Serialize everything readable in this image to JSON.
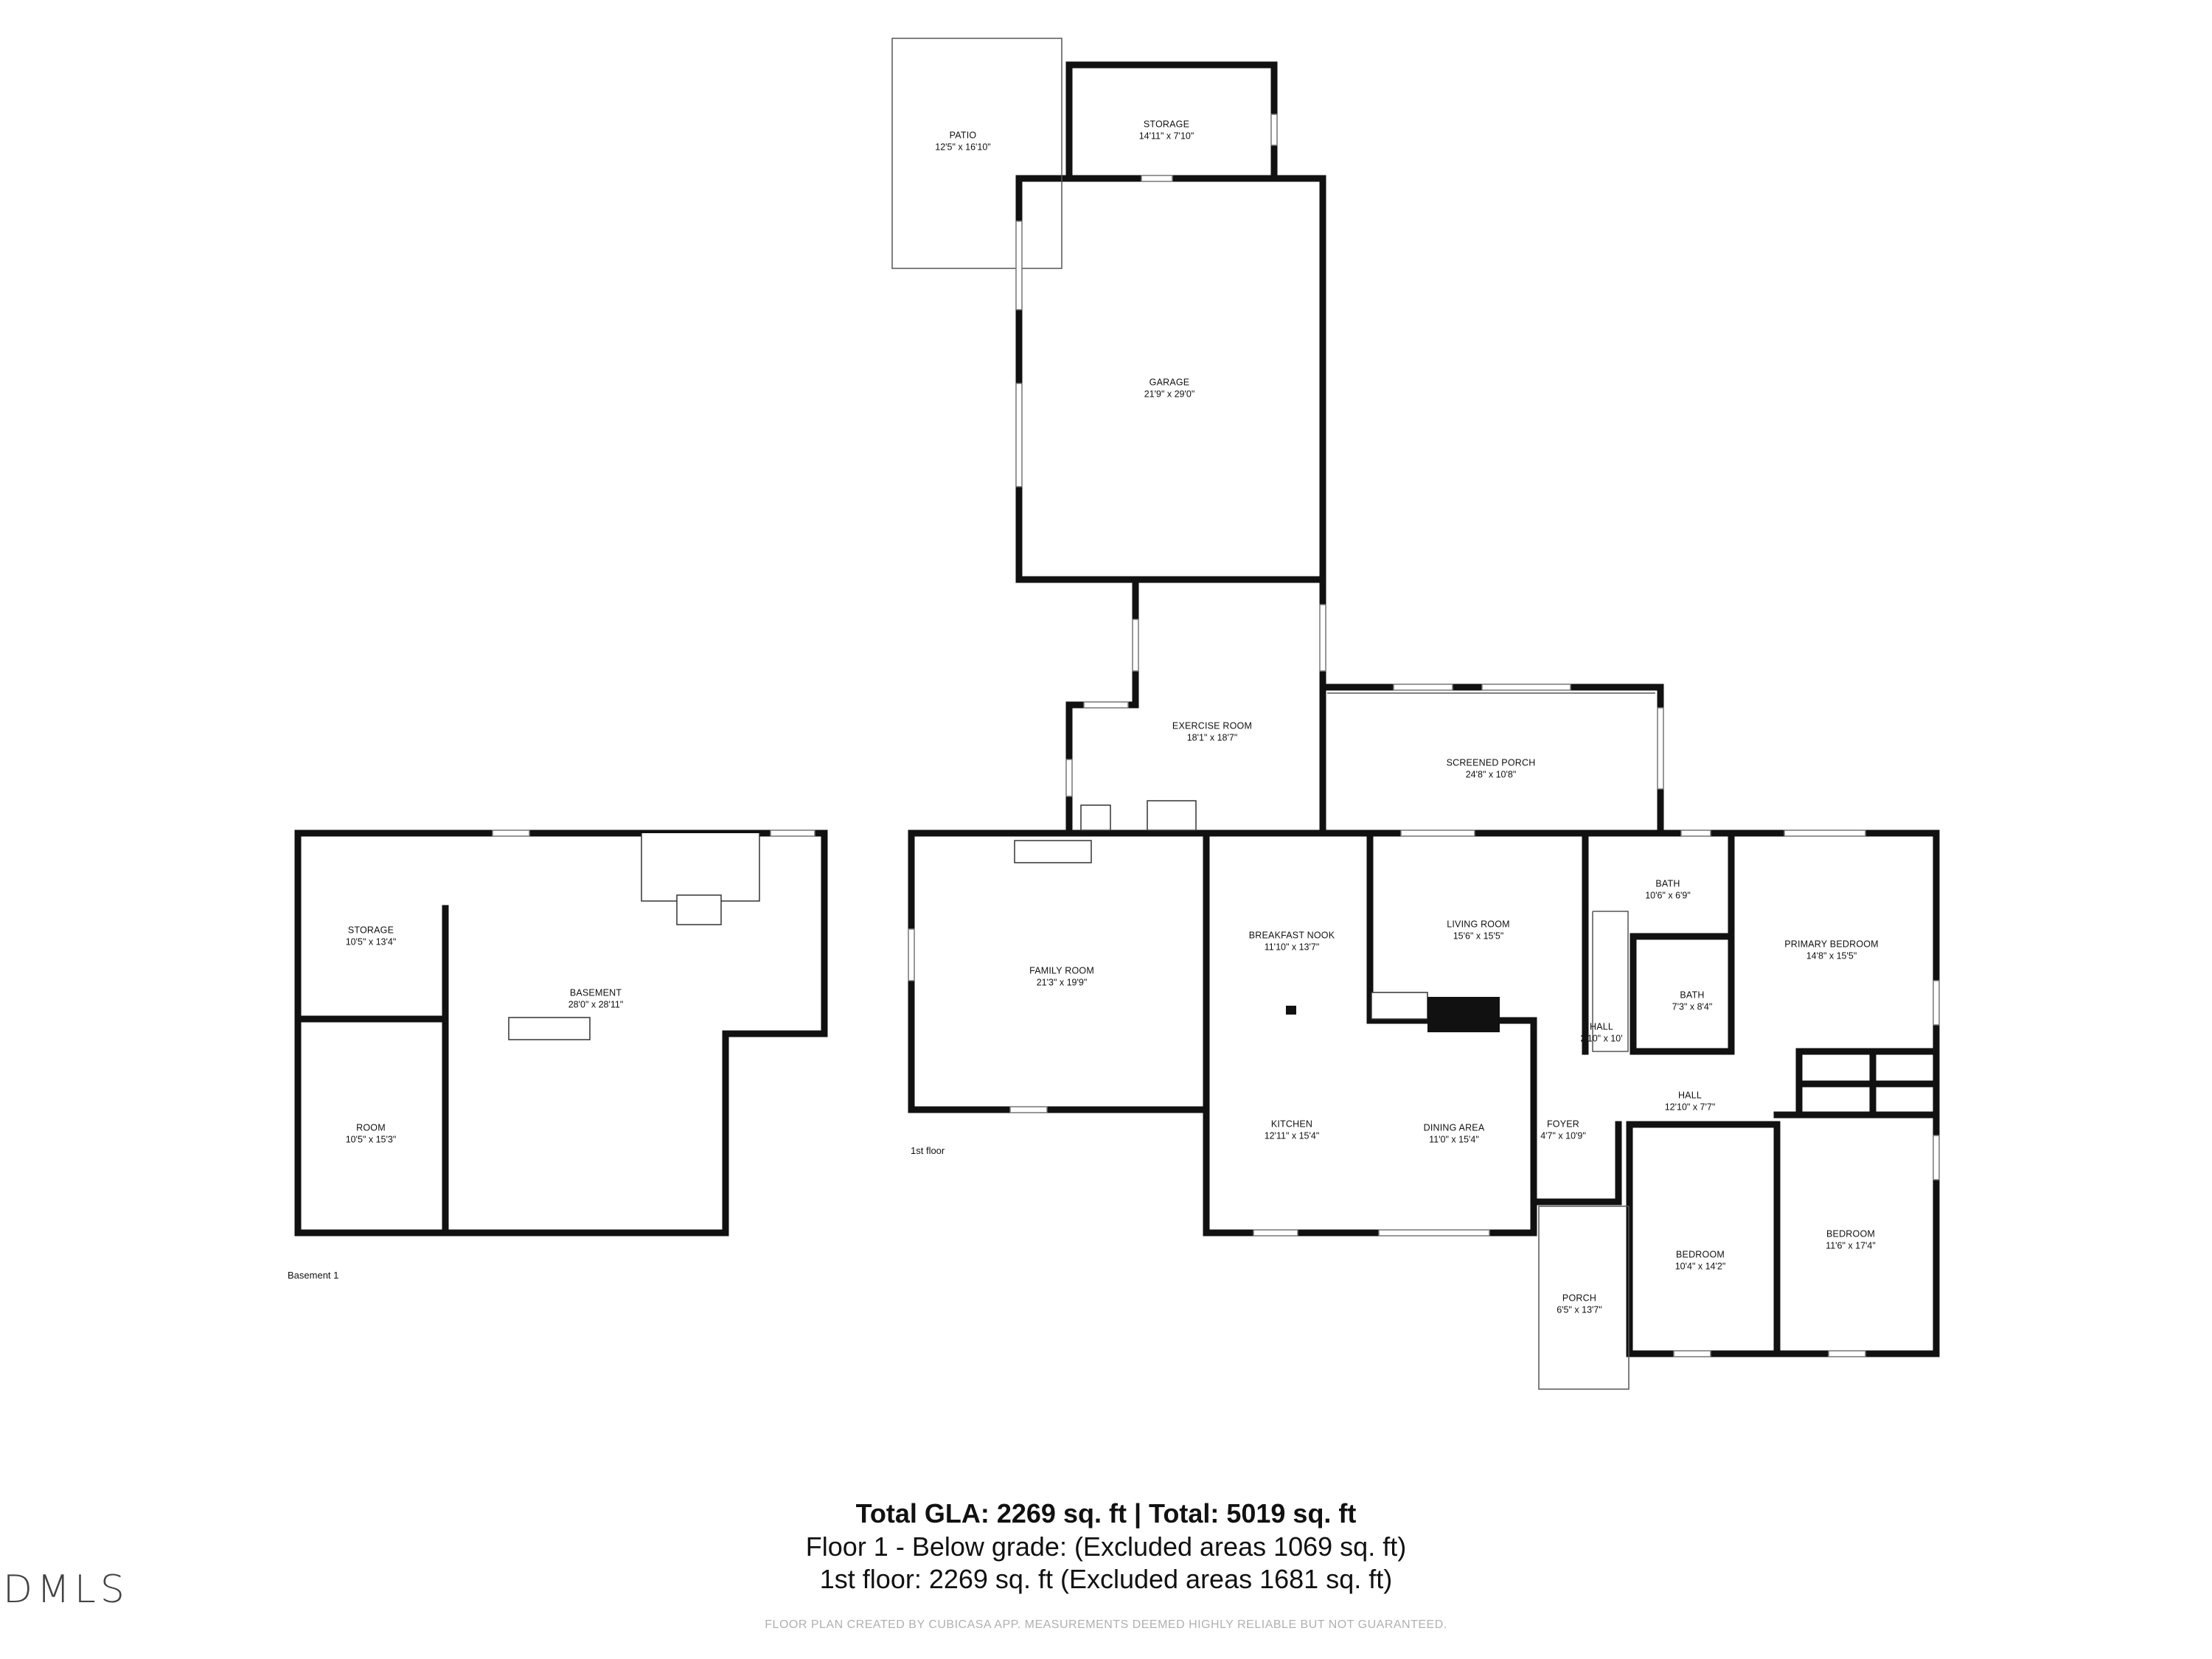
{
  "rooms": [
    {
      "id": "patio",
      "name": "PATIO",
      "dims": "12'5\" x 16'10\""
    },
    {
      "id": "storage-top",
      "name": "STORAGE",
      "dims": "14'11\" x 7'10\""
    },
    {
      "id": "garage",
      "name": "GARAGE",
      "dims": "21'9\" x 29'0\""
    },
    {
      "id": "exercise-room",
      "name": "EXERCISE ROOM",
      "dims": "18'1\" x 18'7\""
    },
    {
      "id": "screened-porch",
      "name": "SCREENED PORCH",
      "dims": "24'8\" x 10'8\""
    },
    {
      "id": "storage-basement",
      "name": "STORAGE",
      "dims": "10'5\" x 13'4\""
    },
    {
      "id": "basement",
      "name": "BASEMENT",
      "dims": "28'0\" x 28'11\""
    },
    {
      "id": "room",
      "name": "ROOM",
      "dims": "10'5\" x 15'3\""
    },
    {
      "id": "family-room",
      "name": "FAMILY ROOM",
      "dims": "21'3\" x 19'9\""
    },
    {
      "id": "breakfast-nook",
      "name": "BREAKFAST NOOK",
      "dims": "11'10\" x 13'7\""
    },
    {
      "id": "living-room",
      "name": "LIVING ROOM",
      "dims": "15'6\" x 15'5\""
    },
    {
      "id": "bath-1",
      "name": "BATH",
      "dims": "10'6\" x 6'9\""
    },
    {
      "id": "bath-2",
      "name": "BATH",
      "dims": "7'3\" x 8'4\""
    },
    {
      "id": "primary-bedroom",
      "name": "PRIMARY BEDROOM",
      "dims": "14'8\" x 15'5\""
    },
    {
      "id": "hall-small",
      "name": "HALL",
      "dims": "2'10\" x 10'"
    },
    {
      "id": "hall",
      "name": "HALL",
      "dims": "12'10\" x 7'7\""
    },
    {
      "id": "kitchen",
      "name": "KITCHEN",
      "dims": "12'11\" x 15'4\""
    },
    {
      "id": "dining-area",
      "name": "DINING AREA",
      "dims": "11'0\" x 15'4\""
    },
    {
      "id": "foyer",
      "name": "FOYER",
      "dims": "4'7\" x 10'9\""
    },
    {
      "id": "bedroom-1",
      "name": "BEDROOM",
      "dims": "10'4\" x 14'2\""
    },
    {
      "id": "bedroom-2",
      "name": "BEDROOM",
      "dims": "11'6\" x 17'4\""
    },
    {
      "id": "porch",
      "name": "PORCH",
      "dims": "6'5\" x 13'7\""
    }
  ],
  "floor_labels": {
    "first": "1st floor",
    "basement": "Basement 1"
  },
  "summary": {
    "line1": "Total GLA: 2269 sq. ft | Total: 5019 sq. ft",
    "line2": "Floor 1 - Below grade: (Excluded areas 1069 sq. ft)",
    "line3": "1st floor: 2269 sq. ft (Excluded areas 1681 sq. ft)"
  },
  "logo": "DMLS",
  "disclaimer": "FLOOR PLAN CREATED BY CUBICASA APP. MEASUREMENTS DEEMED HIGHLY RELIABLE BUT NOT GUARANTEED."
}
